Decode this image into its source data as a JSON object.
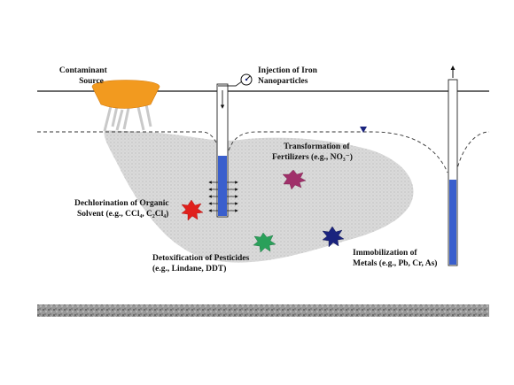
{
  "labels": {
    "contaminant_line1": "Contaminant",
    "contaminant_line2": "Source",
    "injection_line1": "Injection of Iron",
    "injection_line2": "Nanoparticles",
    "transformation_line1": "Transformation of",
    "transformation_line2": "Fertilizers (e.g., NO₃⁻)",
    "dechlorination_line1": "Dechlorination of Organic",
    "dechlorination_line2": "Solvent (e.g., CCl₄, C₂Cl₄)",
    "detox_line1": "Detoxification of Pesticides",
    "detox_line2": "(e.g., Lindane, DDT)",
    "immobilization_line1": "Immobilization of",
    "immobilization_line2": "Metals (e.g., Pb, Cr, As)"
  },
  "colors": {
    "source": "#f29a1f",
    "plume": "#d6d6d6",
    "well_water": "#3a5fcd",
    "star_red": "#e0201c",
    "star_magenta": "#a0306a",
    "star_green": "#2aa05a",
    "star_navy": "#1a237e"
  }
}
